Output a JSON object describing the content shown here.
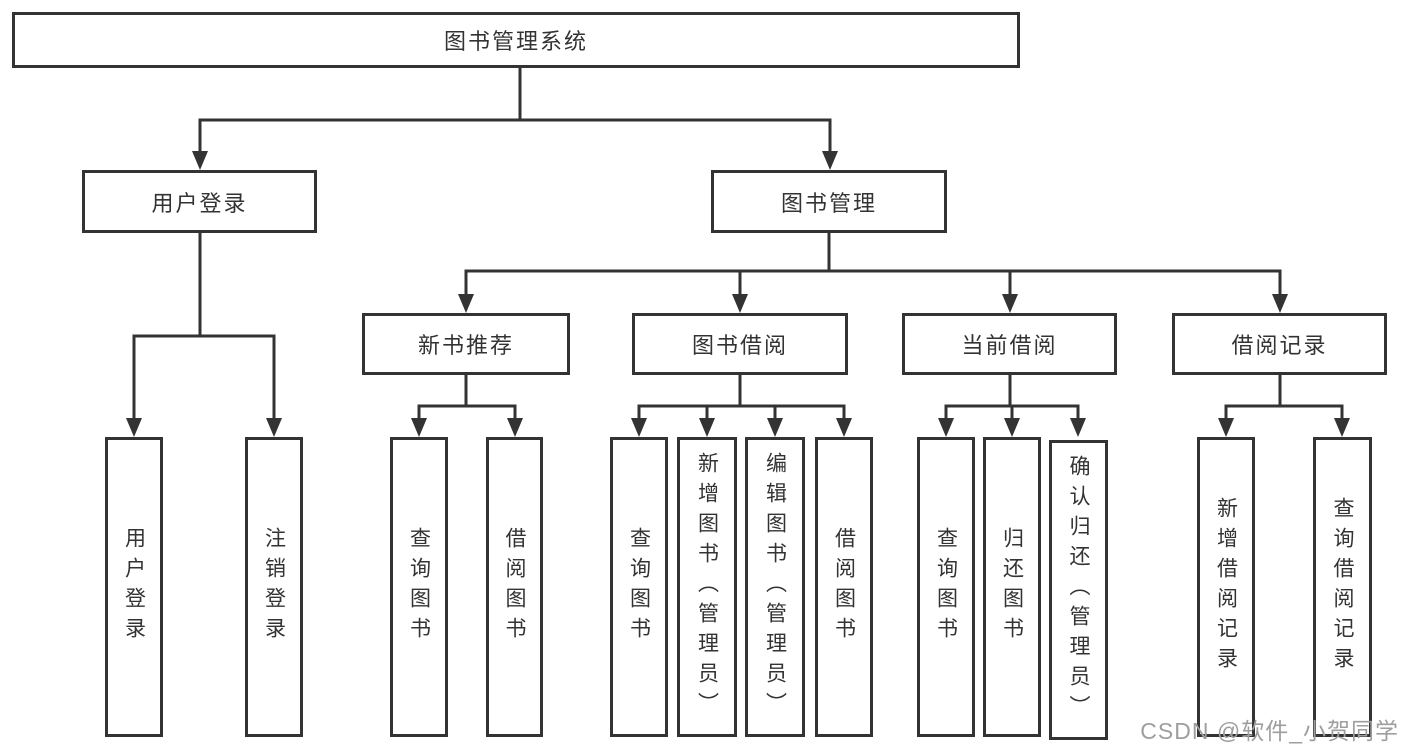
{
  "tree": {
    "root": {
      "label": "图书管理系统"
    },
    "branches": [
      {
        "label": "用户登录",
        "leaves": [
          {
            "label": "用户登录"
          },
          {
            "label": "注销登录"
          }
        ]
      },
      {
        "label": "图书管理",
        "groups": [
          {
            "label": "新书推荐",
            "leaves": [
              {
                "label": "查询图书"
              },
              {
                "label": "借阅图书"
              }
            ]
          },
          {
            "label": "图书借阅",
            "leaves": [
              {
                "label": "查询图书"
              },
              {
                "label": "新增图书（管理员）"
              },
              {
                "label": "编辑图书（管理员）"
              },
              {
                "label": "借阅图书"
              }
            ]
          },
          {
            "label": "当前借阅",
            "leaves": [
              {
                "label": "查询图书"
              },
              {
                "label": "归还图书"
              },
              {
                "label": "确认归还（管理员）"
              }
            ]
          },
          {
            "label": "借阅记录",
            "leaves": [
              {
                "label": "新增借阅记录"
              },
              {
                "label": "查询借阅记录"
              }
            ]
          }
        ]
      }
    ]
  },
  "watermark": {
    "text": "CSDN @软件_小贺同学"
  },
  "colors": {
    "line": "#333333",
    "text": "#333333",
    "watermark": "#9e9e9e",
    "background": "#ffffff"
  }
}
